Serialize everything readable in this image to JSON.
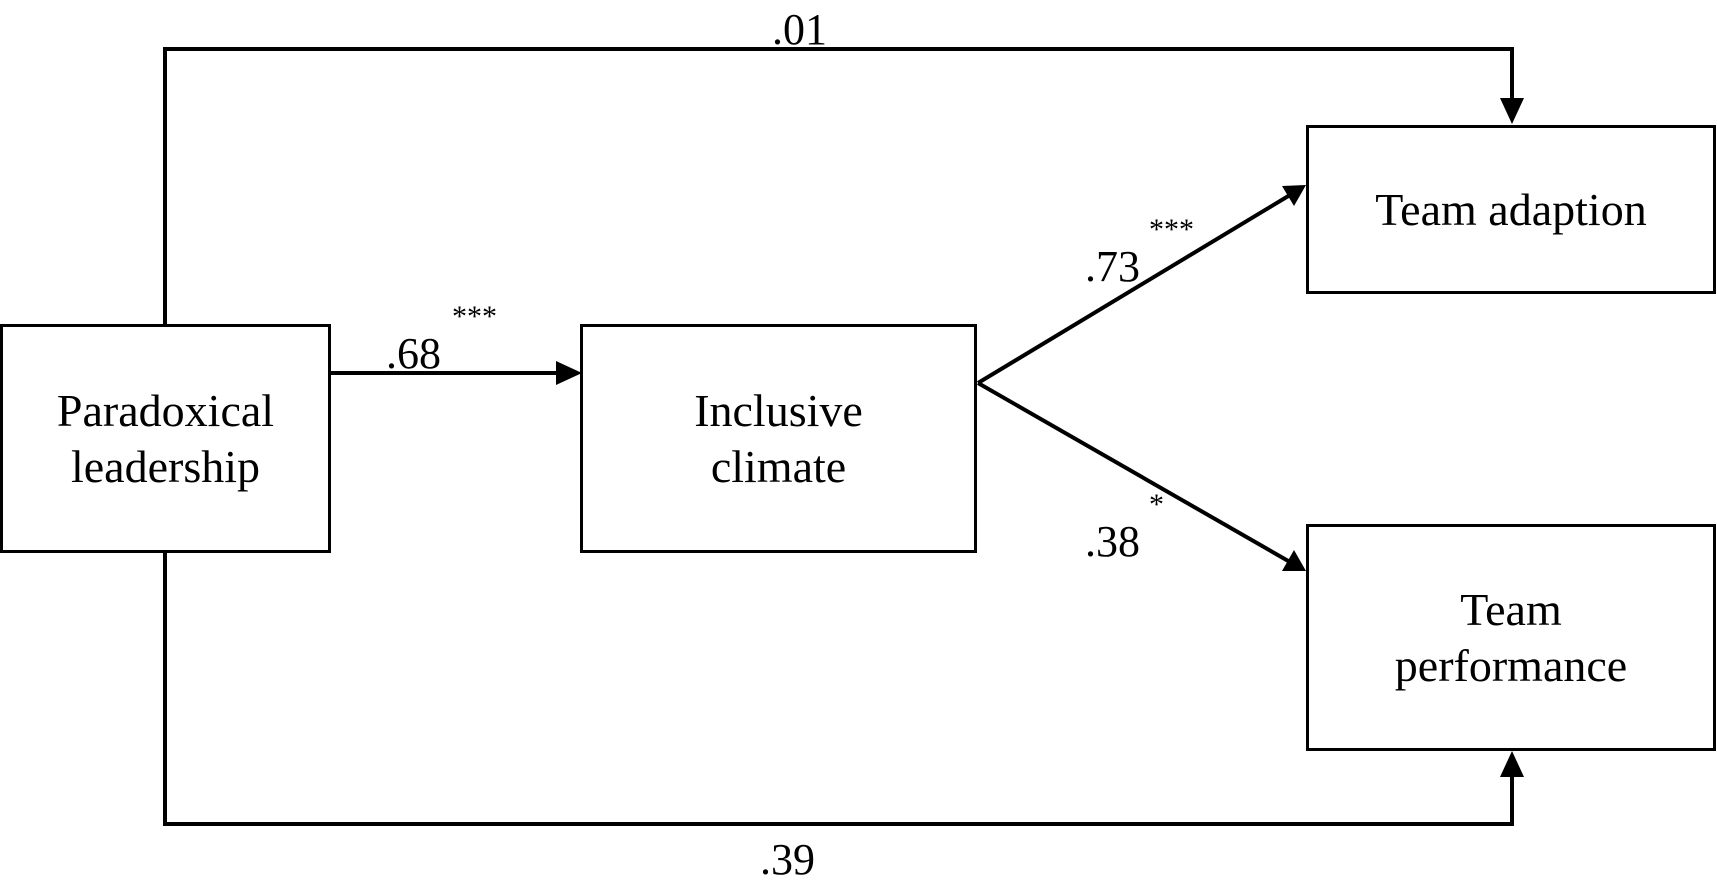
{
  "nodes": {
    "paradoxical_leadership": "Paradoxical\nleadership",
    "inclusive_climate": "Inclusive\nclimate",
    "team_adaption": "Team adaption",
    "team_performance": "Team\nperformance"
  },
  "paths": {
    "pl_to_ic": {
      "coef": ".68",
      "sig": "***"
    },
    "ic_to_ta": {
      "coef": ".73",
      "sig": "***"
    },
    "ic_to_tp": {
      "coef": ".38",
      "sig": "*"
    },
    "pl_to_ta_direct": {
      "coef": ".01",
      "sig": ""
    },
    "pl_to_tp_direct": {
      "coef": ".39",
      "sig": ""
    }
  },
  "colors": {
    "line": "#000000",
    "background": "#ffffff"
  }
}
